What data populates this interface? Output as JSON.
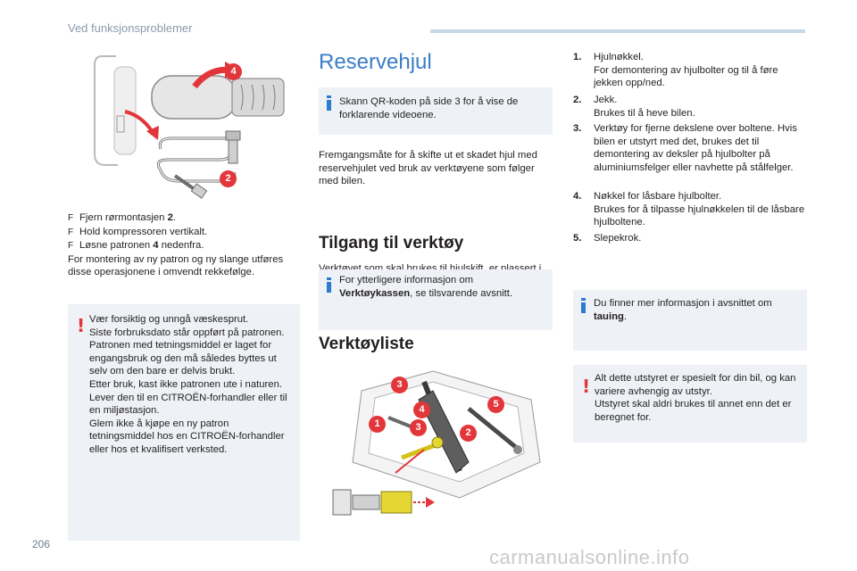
{
  "header": {
    "section": "Ved funksjonsproblemer"
  },
  "page_number": "206",
  "watermark": "carmanualsonline.info",
  "left": {
    "figure": {
      "callouts": [
        "4",
        "2"
      ]
    },
    "steps": [
      "Fjern rørmontasjen ",
      "2",
      ".",
      "Hold kompressoren vertikalt.",
      "Løsne patronen ",
      "4",
      " nedenfra."
    ],
    "step_marker": "F",
    "paragraph": "For montering av ny patron og ny slange utføres disse operasjonene i omvendt rekkefølge.",
    "warning": [
      "Vær forsiktig og unngå væskesprut.",
      "Siste forbruksdato står oppført på patronen.",
      "Patronen med tetningsmiddel er laget for engangsbruk og den må således byttes ut selv om den bare er delvis brukt.",
      "Etter bruk, kast ikke patronen ute i naturen. Lever den til en CITROËN-forhandler eller til en miljøstasjon.",
      "Glem ikke å kjøpe en ny patron tetningsmiddel hos en CITROËN-forhandler eller hos et kvalifisert verksted."
    ]
  },
  "middle": {
    "title": "Reservehjul",
    "info_qr": "Skann QR-koden på side 3 for å vise de forklarende videoene.",
    "intro": "Fremgangsmåte for å skifte ut et skadet hjul med reservehjulet ved bruk av verktøyene som følger med bilen.",
    "h_access": "Tilgang til verktøy",
    "access_text": "Verktøyet som skal brukes til hjulskift, er plassert i en verktøykasse.",
    "info_more_prefix": "For ytterligere informasjon om ",
    "info_more_bold": "Verktøykassen",
    "info_more_suffix": ", se tilsvarende avsnitt.",
    "h_list": "Verktøyliste",
    "figure_callouts": [
      "3",
      "4",
      "1",
      "3",
      "5",
      "2"
    ]
  },
  "right": {
    "items": [
      {
        "num": "1.",
        "lines": [
          "Hjulnøkkel.",
          "For demontering av hjulbolter og til å føre jekken opp/ned."
        ]
      },
      {
        "num": "2.",
        "lines": [
          "Jekk.",
          "Brukes til å heve bilen."
        ]
      },
      {
        "num": "3.",
        "lines": [
          "Verktøy for fjerne dekslene over boltene. Hvis bilen er utstyrt med det, brukes det til demontering av deksler på hjulbolter på aluminiumsfelger eller navhette på stålfelger."
        ]
      },
      {
        "num": "4.",
        "lines": [
          "Nøkkel for låsbare hjulbolter.",
          "Brukes for å tilpasse hjulnøkkelen til de låsbare hjulboltene."
        ]
      },
      {
        "num": "5.",
        "lines": [
          "Slepekrok."
        ]
      }
    ],
    "info_prefix": "Du finner mer informasjon i avsnittet om ",
    "info_bold": "tauing",
    "info_suffix": ".",
    "warning": [
      "Alt dette utstyret er spesielt for din bil, og kan variere avhengig av utstyr.",
      "Utstyret skal aldri brukes til annet enn det er beregnet for."
    ]
  }
}
